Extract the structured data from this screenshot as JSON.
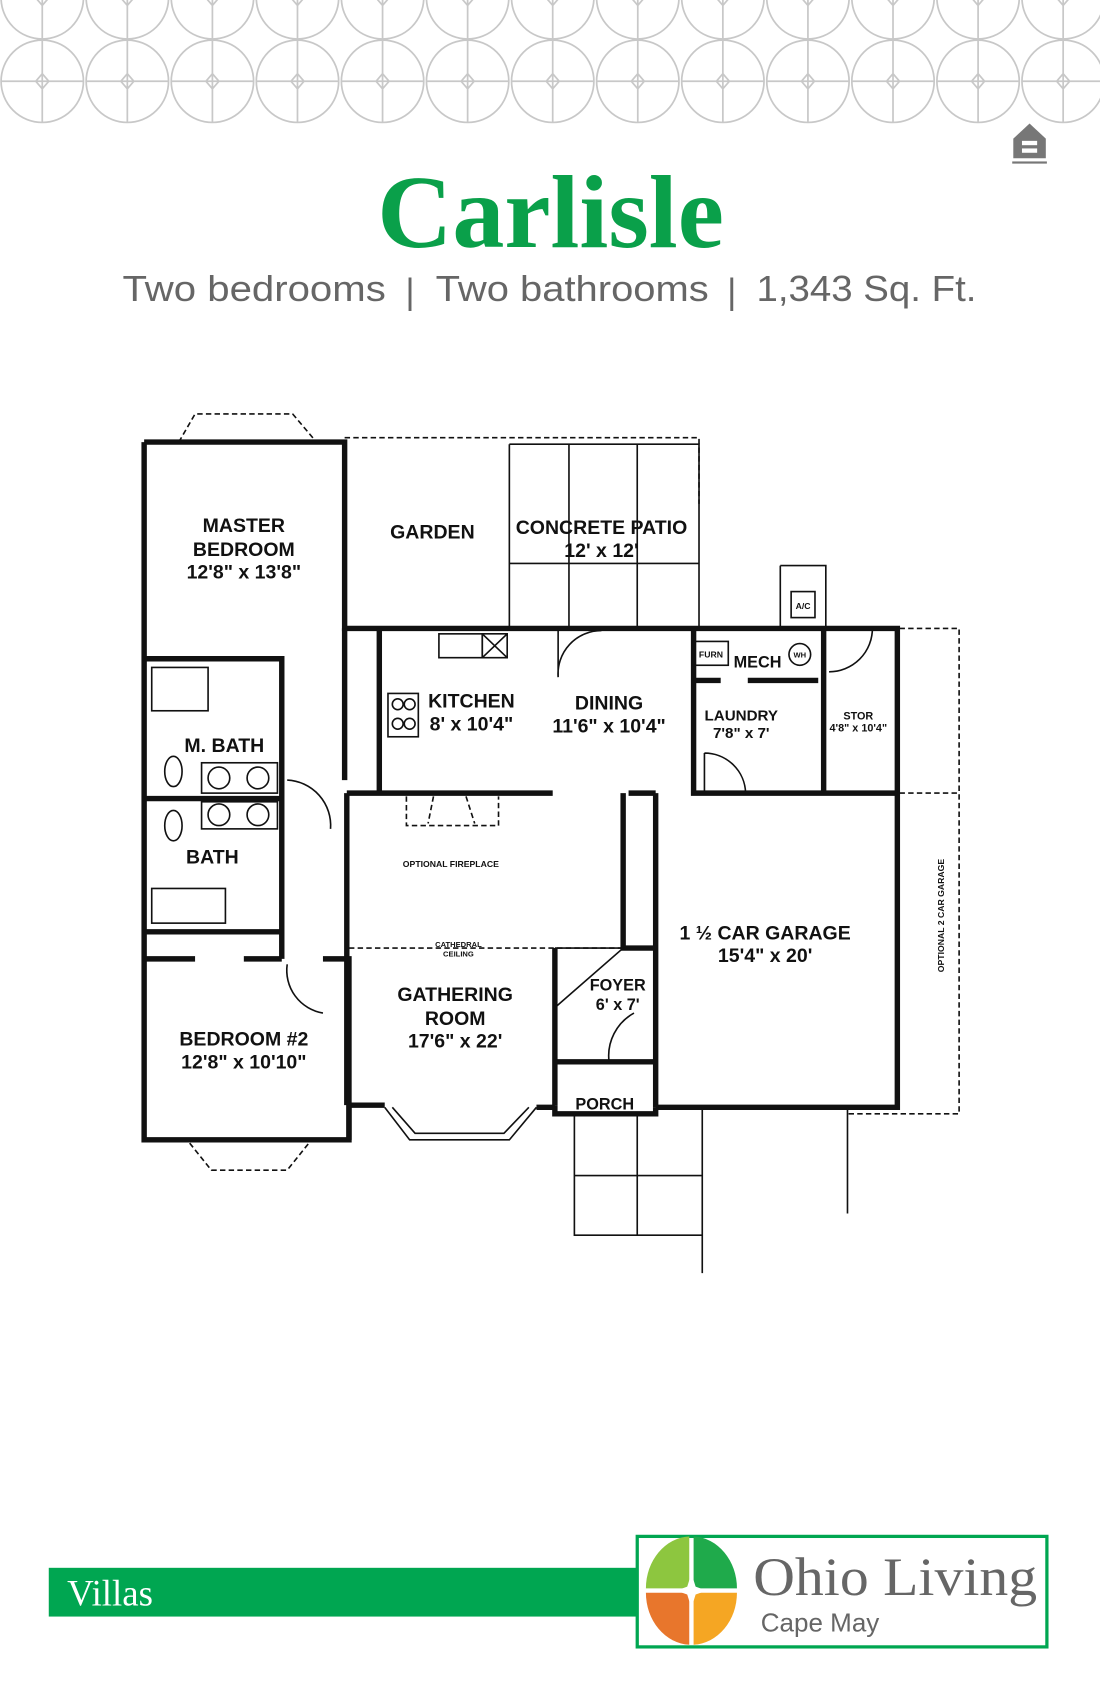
{
  "header": {
    "title": "Carlisle",
    "subtitle": {
      "bedrooms": "Two bedrooms",
      "bathrooms": "Two bathrooms",
      "area": "1,343 Sq. Ft.",
      "separator": "|"
    },
    "equal_housing_icon": "equal-housing-opportunity-icon"
  },
  "floorplan": {
    "rooms": {
      "master_bedroom": {
        "name1": "MASTER",
        "name2": "BEDROOM",
        "size": "12'8\" x 13'8\""
      },
      "garden": {
        "name": "GARDEN"
      },
      "patio": {
        "name": "CONCRETE PATIO",
        "size": "12' x 12'"
      },
      "kitchen": {
        "name": "KITCHEN",
        "size": "8' x 10'4\""
      },
      "dining": {
        "name": "DINING",
        "size": "11'6\" x 10'4\""
      },
      "mech": {
        "name": "MECH"
      },
      "laundry": {
        "name": "LAUNDRY",
        "size": "7'8\" x 7'"
      },
      "stor": {
        "name": "STOR",
        "size": "4'8\" x 10'4\""
      },
      "m_bath": {
        "name": "M. BATH"
      },
      "bath": {
        "name": "BATH"
      },
      "garage": {
        "name": "1 ½ CAR GARAGE",
        "size": "15'4\" x 20'"
      },
      "gathering": {
        "name1": "GATHERING",
        "name2": "ROOM",
        "size": "17'6\" x 22'"
      },
      "foyer": {
        "name": "FOYER",
        "size": "6' x 7'"
      },
      "bedroom2": {
        "name": "BEDROOM #2",
        "size": "12'8\" x 10'10\""
      },
      "porch": {
        "name": "PORCH"
      }
    },
    "notes": {
      "fireplace": "OPTIONAL FIREPLACE",
      "ceiling1": "CATHEDRAL",
      "ceiling2": "CEILING",
      "optional_garage": "OPTIONAL 2 CAR GARAGE",
      "ac": "A/C",
      "furn": "FURN",
      "wh": "WH"
    }
  },
  "footer": {
    "community_type": "Villas",
    "logo": {
      "brand": "Ohio Living",
      "location": "Cape May"
    },
    "colors": {
      "green": "#00a651",
      "logo_light_green": "#8dc63f",
      "logo_green": "#1faa4b",
      "logo_orange": "#e8762c",
      "logo_yellow": "#f5a623",
      "gray": "#666666"
    }
  }
}
